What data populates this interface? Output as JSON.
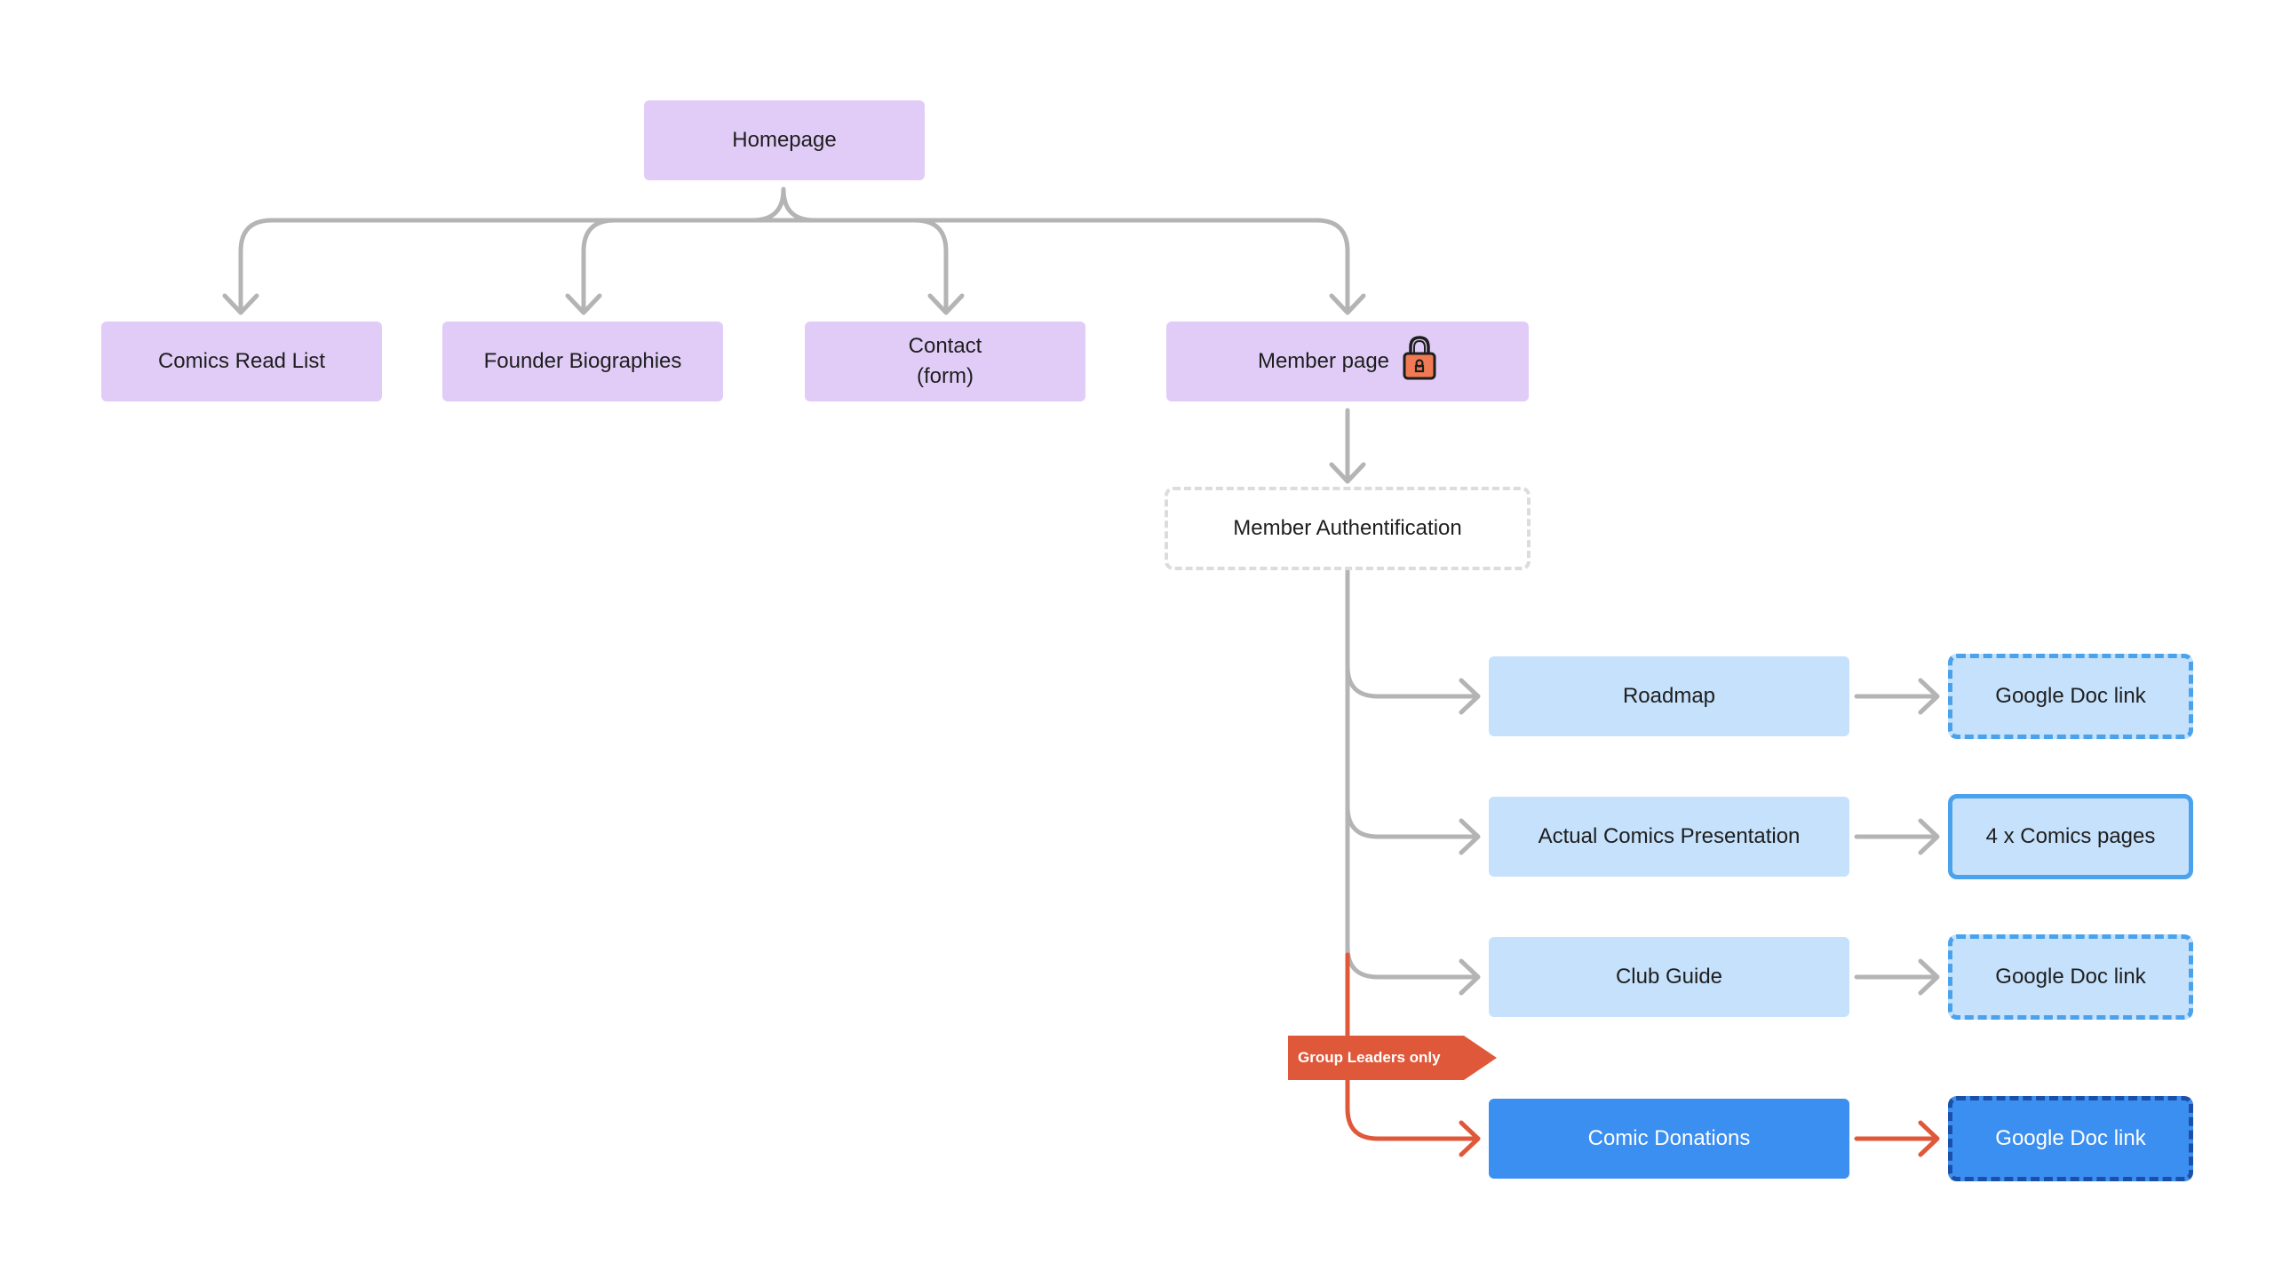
{
  "colors": {
    "purple_node": "#e1ccf7",
    "light_blue_node": "#c5e1fb",
    "blue_node": "#3b8ff0",
    "connector_gray": "#b4b4b4",
    "connector_red": "#e0583a",
    "tag_red": "#e0583a",
    "dashed_blue_border": "#4aa2ec",
    "dark_blue_border": "#1c4fa8"
  },
  "nodes": {
    "homepage": "Homepage",
    "comics_read_list": "Comics Read List",
    "founder_biographies": "Founder Biographies",
    "contact_line1": "Contact",
    "contact_line2": "(form)",
    "member_page": "Member page",
    "member_auth": "Member Authentification",
    "roadmap": "Roadmap",
    "actual_comics": "Actual Comics Presentation",
    "club_guide": "Club Guide",
    "comic_donations": "Comic Donations",
    "roadmap_link": "Google Doc link",
    "comics_pages": "4 x Comics pages",
    "club_guide_link": "Google Doc link",
    "donations_link": "Google Doc link"
  },
  "tag": {
    "label": "Group Leaders only"
  },
  "icons": {
    "lock": "lock-icon"
  }
}
